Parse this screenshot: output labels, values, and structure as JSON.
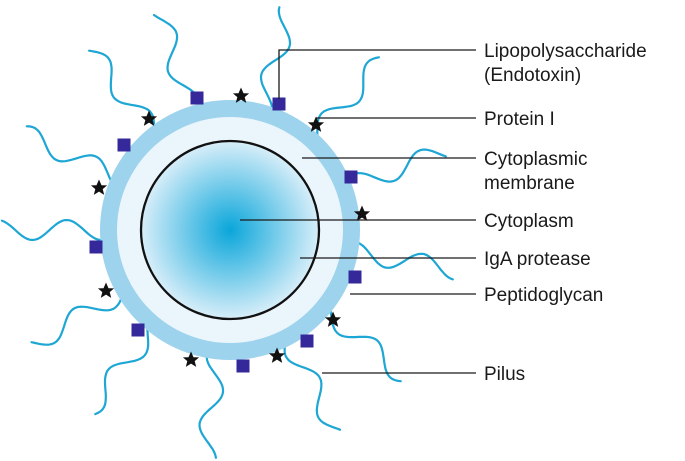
{
  "colors": {
    "capsule": "#9dd3ec",
    "periplasm": "#eaf5fc",
    "cytoplasm_center": "#0aa6da",
    "cytoplasm_edge": "#d8eef9",
    "membrane": "#111111",
    "pilus": "#1ea6d4",
    "lps_square": "#35289a",
    "star": "#111111"
  },
  "labels": {
    "lps_line1": "Lipopolysaccharide",
    "lps_line2": "(Endotoxin)",
    "protein": "Protein I",
    "membrane_line1": "Cytoplasmic",
    "membrane_line2": "membrane",
    "cytoplasm": "Cytoplasm",
    "iga": "IgA protease",
    "peptidoglycan": "Peptidoglycan",
    "pilus": "Pilus"
  }
}
